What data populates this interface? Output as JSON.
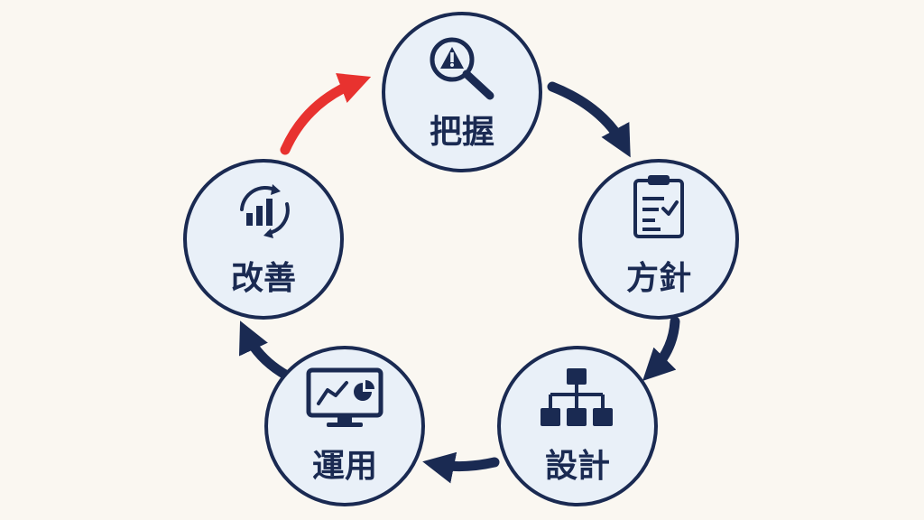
{
  "diagram": {
    "stages": [
      {
        "label": "把握",
        "icon": "warning-magnifier-icon"
      },
      {
        "label": "方針",
        "icon": "clipboard-checklist-icon"
      },
      {
        "label": "設計",
        "icon": "hierarchy-chart-icon"
      },
      {
        "label": "運用",
        "icon": "monitor-dashboard-icon"
      },
      {
        "label": "改善",
        "icon": "improvement-cycle-chart-icon"
      }
    ],
    "colors": {
      "background": "#faf7f1",
      "circle_fill": "#e9f0f8",
      "navy": "#1a2a52",
      "highlight_arrow": "#e8322f"
    }
  }
}
